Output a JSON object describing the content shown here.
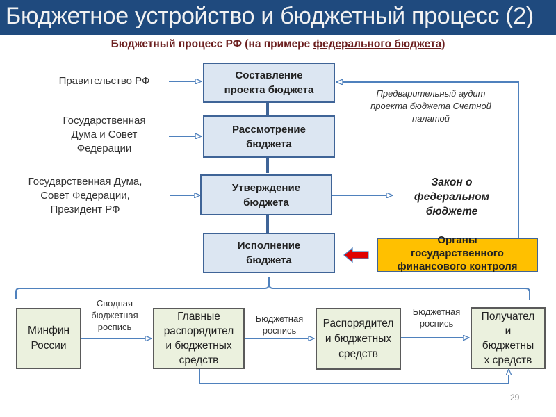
{
  "header": {
    "title": "Бюджетное устройство и бюджетный процесс (2)"
  },
  "subtitle": {
    "prefix": "Бюджетный процесс РФ (на примере ",
    "underlined": "федерального бюджета",
    "suffix": ")"
  },
  "actors": [
    {
      "text": "Правительство РФ"
    },
    {
      "text": "Государственная\nДума и Совет\nФедерации"
    },
    {
      "text": "Государственная Дума,\nСовет Федерации,\nПрезидент РФ"
    }
  ],
  "stages": [
    {
      "text": "Составление\nпроекта бюджета"
    },
    {
      "text": "Рассмотрение\nбюджета"
    },
    {
      "text": "Утверждение\nбюджета"
    },
    {
      "text": "Исполнение\nбюджета"
    }
  ],
  "audit_note": "Предварительный аудит\nпроекта бюджета Счетной\nпалатой",
  "law_note": "Закон о\nфедеральном\nбюджете",
  "control_box": "Органы\nгосударственного\nфинансового контроля",
  "execution_chain": {
    "boxes": [
      {
        "text": "Минфин\nРоссии"
      },
      {
        "text": "Главные\nраспорядител\nи бюджетных\nсредств"
      },
      {
        "text": "Распорядител\nи бюджетных\nсредств"
      },
      {
        "text": "Получател\nи\nбюджетны\nх средств"
      }
    ],
    "arrow_labels": [
      {
        "text": "Сводная\nбюджетная\nроспись"
      },
      {
        "text": "Бюджетная\nроспись"
      },
      {
        "text": "Бюджетная\nроспись"
      }
    ]
  },
  "page_number": "29",
  "colors": {
    "header": "#1f4a7e",
    "stage_fill": "#dce6f2",
    "chain_fill": "#ebf1de",
    "control_fill": "#ffc000",
    "arrow": "#4f81bd",
    "red_arrow": "#e00000"
  }
}
